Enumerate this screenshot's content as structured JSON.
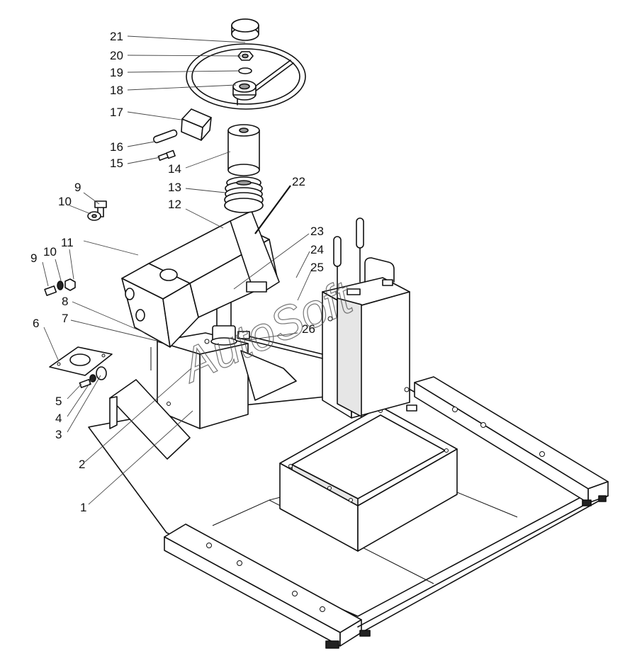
{
  "watermark": "AutoSoft",
  "callouts": [
    {
      "id": "c1",
      "label": "1"
    },
    {
      "id": "c2",
      "label": "2"
    },
    {
      "id": "c3",
      "label": "3"
    },
    {
      "id": "c4",
      "label": "4"
    },
    {
      "id": "c5",
      "label": "5"
    },
    {
      "id": "c6",
      "label": "6"
    },
    {
      "id": "c7",
      "label": "7"
    },
    {
      "id": "c8",
      "label": "8"
    },
    {
      "id": "c9a",
      "label": "9"
    },
    {
      "id": "c9b",
      "label": "9"
    },
    {
      "id": "c10a",
      "label": "10"
    },
    {
      "id": "c10b",
      "label": "10"
    },
    {
      "id": "c11",
      "label": "11"
    },
    {
      "id": "c12",
      "label": "12"
    },
    {
      "id": "c13",
      "label": "13"
    },
    {
      "id": "c14",
      "label": "14"
    },
    {
      "id": "c15",
      "label": "15"
    },
    {
      "id": "c16",
      "label": "16"
    },
    {
      "id": "c17",
      "label": "17"
    },
    {
      "id": "c18",
      "label": "18"
    },
    {
      "id": "c19",
      "label": "19"
    },
    {
      "id": "c20",
      "label": "20"
    },
    {
      "id": "c21",
      "label": "21"
    },
    {
      "id": "c22",
      "label": "22"
    },
    {
      "id": "c23",
      "label": "23"
    },
    {
      "id": "c24",
      "label": "24"
    },
    {
      "id": "c25",
      "label": "25"
    },
    {
      "id": "c26",
      "label": "26"
    }
  ]
}
